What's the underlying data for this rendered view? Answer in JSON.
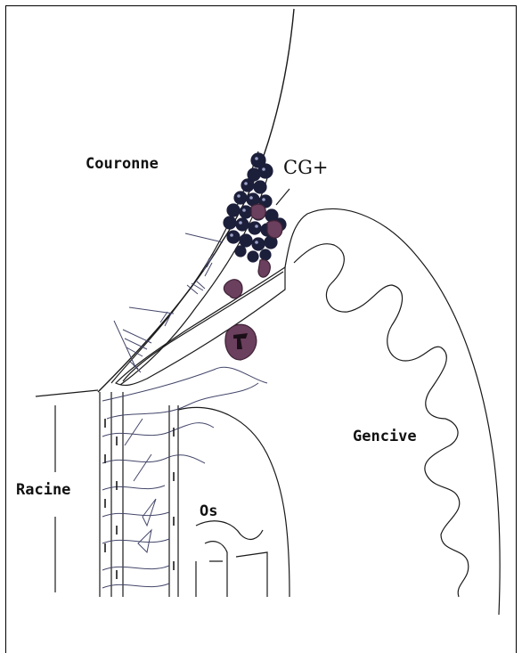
{
  "labels": {
    "crown": "Couronne",
    "cg": "CG+",
    "gum": "Gencive",
    "root": "Racine",
    "bone": "Os"
  },
  "colors": {
    "line": "#1a1a1a",
    "cell_dark": "#1c1f3a",
    "cell_purple": "#6b3f5e",
    "fiber": "#44476a"
  }
}
